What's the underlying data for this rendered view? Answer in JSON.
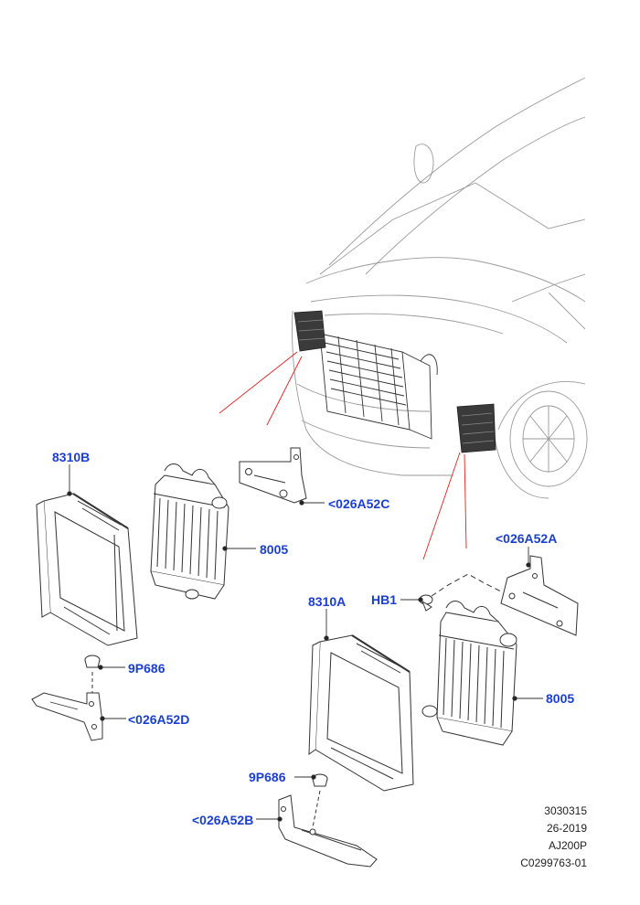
{
  "callouts": {
    "c8310b": "8310B",
    "c8005_left": "8005",
    "c026a52c": "<026A52C",
    "c9p686_left": "9P686",
    "c026a52d": "<026A52D",
    "c026a52a": "<026A52A",
    "chb1": "HB1",
    "c8310a": "8310A",
    "c8005_right": "8005",
    "c9p686_right": "9P686",
    "c026a52b": "<026A52B"
  },
  "stamp": {
    "line1": "3030315",
    "line2": "26-2019",
    "line3": "AJ200P",
    "line4": "C0299763-01"
  },
  "colors": {
    "callout": "#1a3fd0",
    "leader": "#e02020",
    "linework": "#444444",
    "vehicle": "#9a9a9a"
  }
}
